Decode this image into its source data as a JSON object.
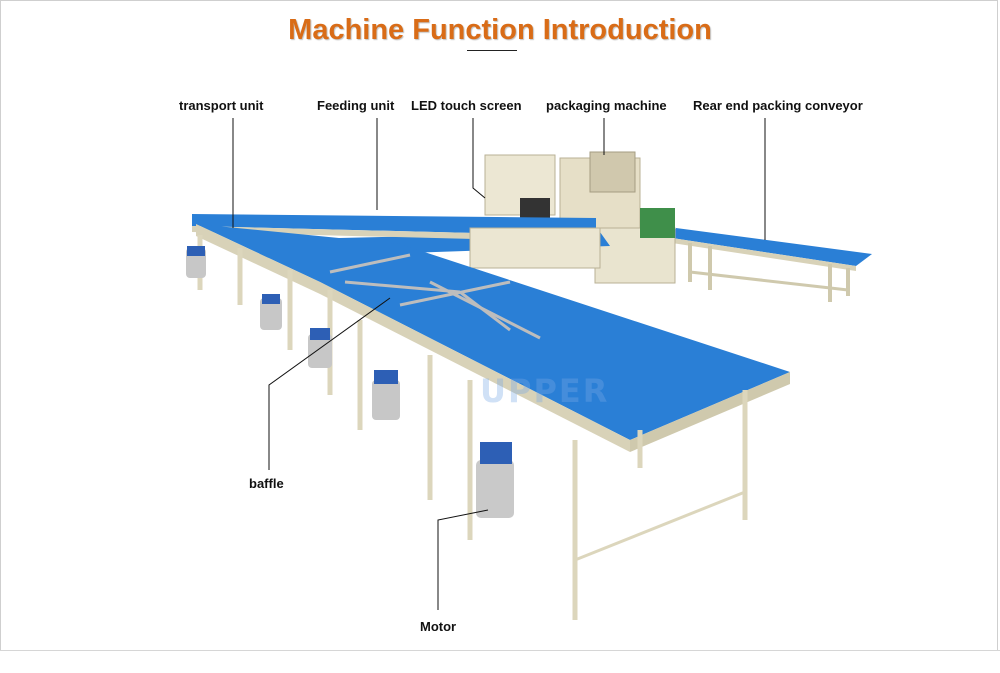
{
  "title": "Machine Function Introduction",
  "watermark": "UPPER",
  "labels": {
    "transport_unit": "transport unit",
    "feeding_unit": "Feeding unit",
    "led_touch_screen": "LED touch screen",
    "packaging_machine": "packaging machine",
    "rear_conveyor": "Rear end packing conveyor",
    "baffle": "baffle",
    "motor": "Motor"
  },
  "colors": {
    "title": "#d96c17",
    "belt": "#2a7fd6",
    "frame": "#e9e4cf",
    "motor": "#2d5fb5"
  }
}
